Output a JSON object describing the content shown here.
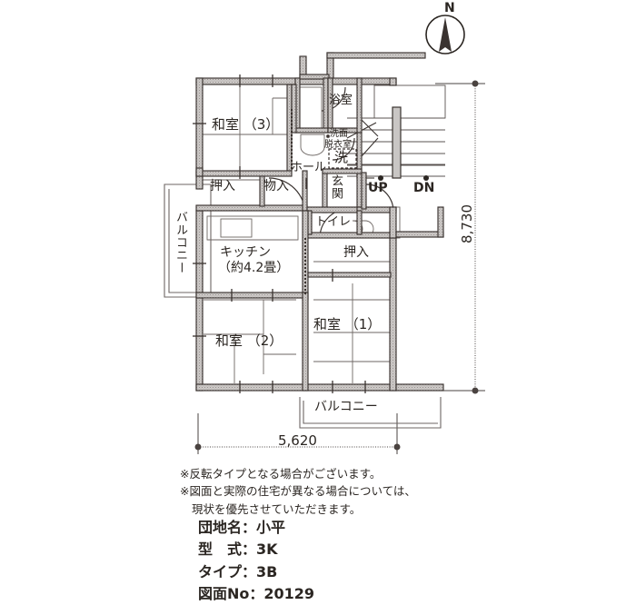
{
  "document": {
    "kind": "floor-plan",
    "north_label": "N"
  },
  "rooms": [
    {
      "id": "washitsu3",
      "label": "和室 （3）"
    },
    {
      "id": "washitsu2",
      "label": "和室 （2）"
    },
    {
      "id": "washitsu1",
      "label": "和室 （1）"
    },
    {
      "id": "kitchen",
      "label_line1": "キッチン",
      "label_line2": "（約4.2畳）"
    },
    {
      "id": "bath",
      "label": "浴室"
    },
    {
      "id": "washroom",
      "label_line1": "洗面",
      "label_line2": "脱衣室"
    },
    {
      "id": "washer",
      "label": "洗"
    },
    {
      "id": "hall",
      "label": "ホール"
    },
    {
      "id": "genkan",
      "label": "玄関"
    },
    {
      "id": "toilet",
      "label": "トイレ"
    },
    {
      "id": "closet_oshiire_top",
      "label": "押入"
    },
    {
      "id": "closet_monoire",
      "label": "物入"
    },
    {
      "id": "closet_oshiire_mid",
      "label": "押入"
    },
    {
      "id": "balcony_left",
      "label": "バルコニー"
    },
    {
      "id": "balcony_bottom",
      "label": "バルコニー"
    }
  ],
  "stairs": {
    "up_label": "UP",
    "down_label": "DN"
  },
  "dimensions": {
    "vertical": "8,730",
    "horizontal": "5,620"
  },
  "notes": [
    "※反転タイプとなる場合がございます。",
    "※図面と実際の住宅が異なる場合については、",
    "現状を優先させていただきます。"
  ],
  "specs": [
    {
      "key": "団地名：",
      "value": "小平"
    },
    {
      "key": "型　式：",
      "value": "3K"
    },
    {
      "key": "タイプ：",
      "value": "3B"
    },
    {
      "key": "図面No：",
      "value": "20129"
    }
  ],
  "colors": {
    "wall_fill": "#c9c6c4",
    "wall_stroke": "#3a3330",
    "line": "#5a5350",
    "text": "#2b2622",
    "background": "#ffffff"
  }
}
